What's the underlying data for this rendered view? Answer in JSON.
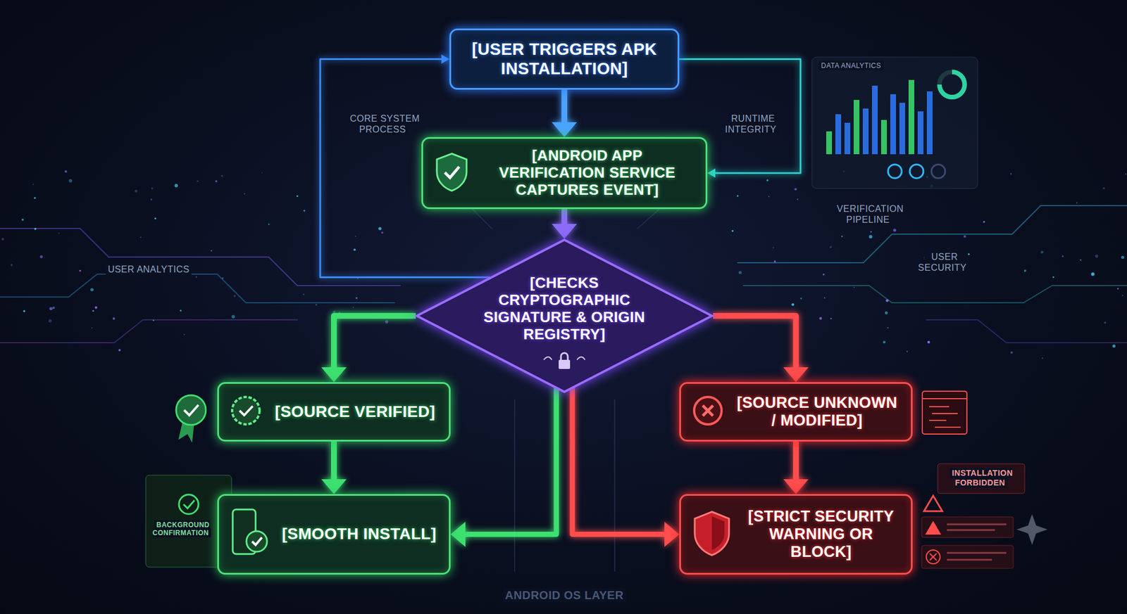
{
  "diagram": {
    "nodes": [
      {
        "text": [
          "[USER TRIGGERS APK INSTALLATION]"
        ]
      },
      {
        "text": [
          "[ANDROID APP VERIFICATION SERVICE CAPTURES EVENT]"
        ]
      },
      {
        "text": [
          "[CHECKS CRYPTOGRAPHIC SIGNATURE & ORIGIN REGISTRY]"
        ]
      },
      {
        "text": [
          "[SOURCE VERIFIED]"
        ]
      },
      {
        "text": [
          "[SOURCE UNKNOWN / MODIFIED]"
        ]
      },
      {
        "text": [
          "[SMOOTH INSTALL]"
        ]
      },
      {
        "text": [
          "[STRICT SECURITY WARNING OR BLOCK]"
        ]
      }
    ],
    "edges": [
      {
        "from": 0,
        "to": 1,
        "arrow": "to"
      },
      {
        "from": 1,
        "to": 2,
        "arrow": "to"
      },
      {
        "from": 2,
        "to": 3,
        "arrow": "to"
      },
      {
        "from": 2,
        "to": 4,
        "arrow": "to"
      },
      {
        "from": 3,
        "to": 5,
        "arrow": "to"
      },
      {
        "from": 4,
        "to": 6,
        "arrow": "to"
      },
      {
        "from": 2,
        "to": 5,
        "arrow": "to"
      },
      {
        "from": 2,
        "to": 6,
        "arrow": "to"
      },
      {
        "from": 2,
        "to": 0,
        "arrow": "to"
      },
      {
        "from": 0,
        "to": 1,
        "arrow": "to"
      }
    ],
    "labels": [
      "CORE SYSTEM PROCESS",
      "RUNTIME INTEGRITY",
      "DATA ANALYTICS",
      "USER ANALYTICS",
      "VERIFICATION PIPELINE",
      "USER SECURITY",
      "BACKGROUND CONFIRMATION",
      "INSTALLATION FORBIDDEN",
      "ANDROID OS LAYER"
    ]
  }
}
